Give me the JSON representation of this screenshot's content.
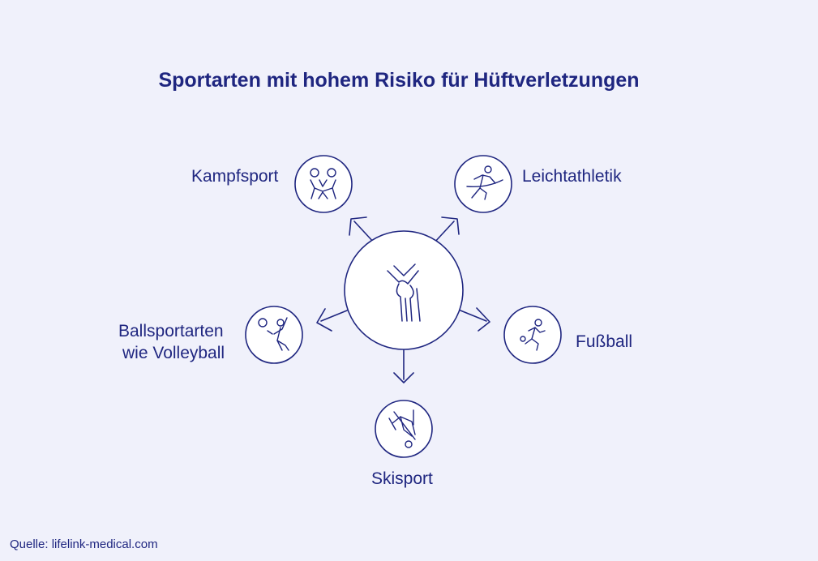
{
  "title": "Sportarten mit hohem Risiko für Hüftverletzungen",
  "center": {
    "icon": "knee-joint-icon"
  },
  "sports": [
    {
      "label": "Kampfsport",
      "icon": "martial-arts-icon"
    },
    {
      "label": "Leichtathletik",
      "icon": "runner-icon"
    },
    {
      "label_line1": "Ballsportarten",
      "label_line2": "wie Volleyball",
      "icon": "volleyball-player-icon"
    },
    {
      "label": "Fußball",
      "icon": "soccer-player-icon"
    },
    {
      "label": "Skisport",
      "icon": "skier-icon"
    }
  ],
  "source": "Quelle: lifelink-medical.com",
  "colors": {
    "accent": "#1f2680",
    "background": "#f0f1fb",
    "circle_fill": "#ffffff"
  }
}
